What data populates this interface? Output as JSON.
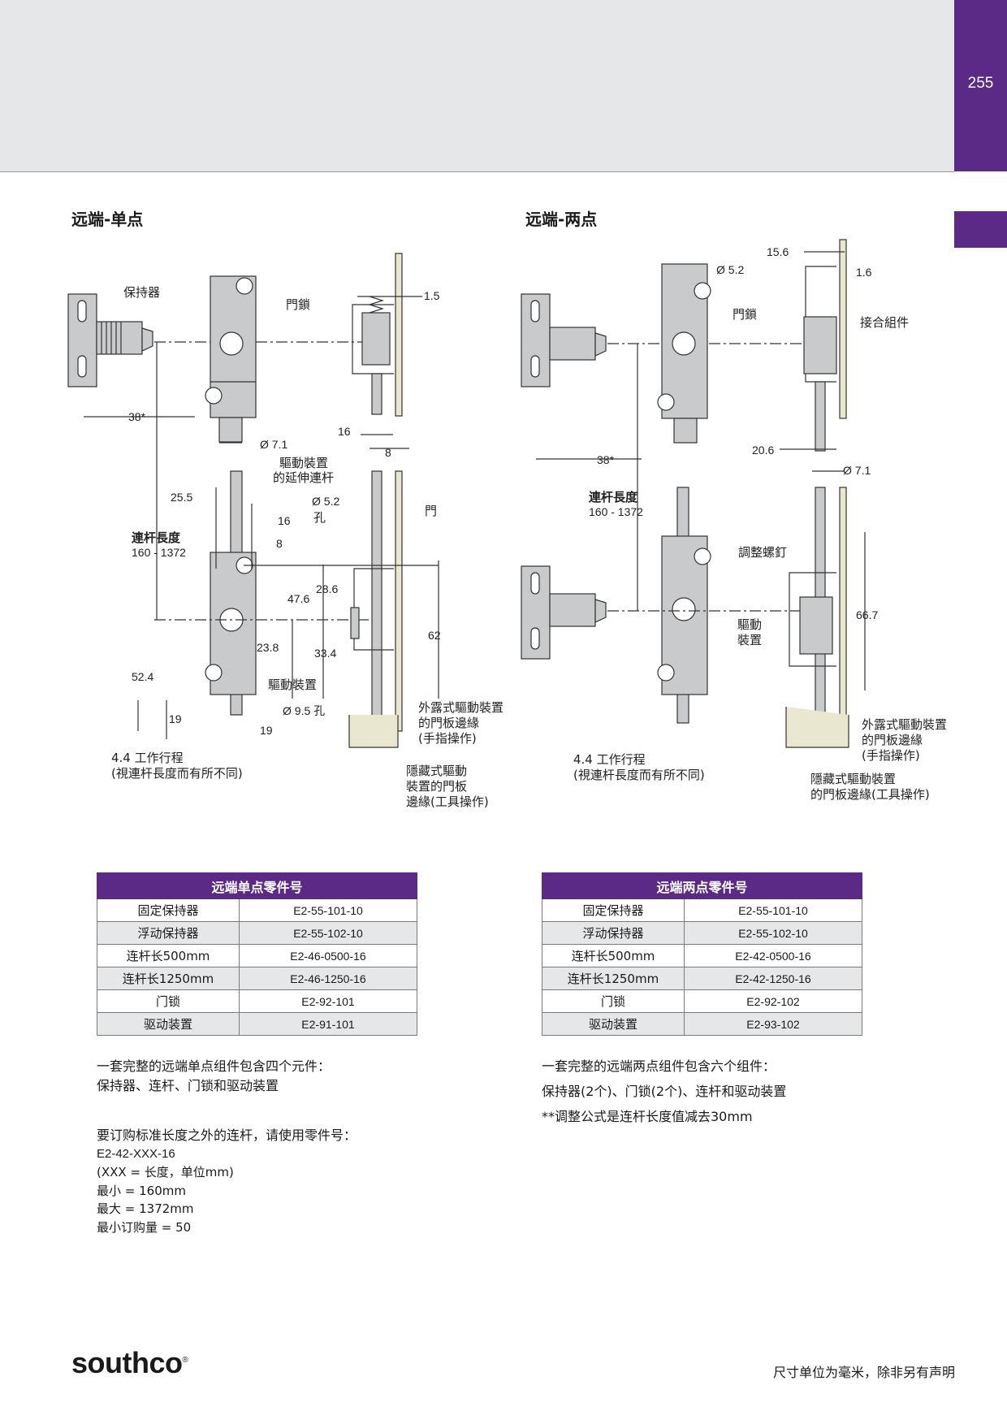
{
  "header": {
    "page_number": "255"
  },
  "left_section": {
    "title": "远端-单点"
  },
  "right_section": {
    "title": "远端-两点"
  },
  "left_labels": {
    "retainer": "保持器",
    "latch": "門鎖",
    "dim_1_5": "1.5",
    "dim_38": "38*",
    "dim_16": "16",
    "dim_8": "8",
    "dim_d71": "Ø 7.1",
    "ext_rod_1": "驅動裝置",
    "ext_rod_2": "的延伸連杆",
    "dim_25_5": "25.5",
    "dim_d52": "Ø 5.2",
    "hole": "孔",
    "dim_16b": "16",
    "door": "門",
    "rod_length": "連杆長度",
    "rod_range": "160 - 1372",
    "dim_8b": "8",
    "dim_28_6": "28.6",
    "dim_47_6": "47.6",
    "dim_62": "62",
    "dim_23_8": "23.8",
    "dim_33_4": "33.4",
    "dim_52_4": "52.4",
    "actuator": "驅動裝置",
    "dim_d95": "Ø 9.5 孔",
    "dim_19a": "19",
    "dim_19b": "19",
    "exposed_1": "外露式驅動裝置",
    "exposed_2": "的門板邊緣",
    "exposed_3": "(手指操作)",
    "travel_1": "4.4 工作行程",
    "travel_2": "(視連杆長度而有所不同)",
    "hidden_1": "隱藏式驅動",
    "hidden_2": "裝置的門板",
    "hidden_3": "邊緣(工具操作)"
  },
  "right_labels": {
    "dim_15_6": "15.6",
    "dim_d52": "Ø 5.2",
    "dim_1_6": "1.6",
    "latch": "門鎖",
    "engage": "接合組件",
    "dim_38": "38*",
    "dim_20_6": "20.6",
    "dim_d71": "Ø 7.1",
    "rod_length": "連杆長度",
    "rod_range": "160 - 1372",
    "adjust_screw": "調整螺釘",
    "dim_66_7": "66.7",
    "actuator_1": "驅動",
    "actuator_2": "裝置",
    "exposed_1": "外露式驅動裝置",
    "exposed_2": "的門板邊緣",
    "exposed_3": "(手指操作)",
    "travel_1": "4.4 工作行程",
    "travel_2": "(視連杆長度而有所不同)",
    "hidden_1": "隱藏式驅動裝置",
    "hidden_2": "的門板邊緣(工具操作)"
  },
  "table_single": {
    "title": "远端单点零件号",
    "rows": [
      [
        "固定保持器",
        "E2-55-101-10"
      ],
      [
        "浮动保持器",
        "E2-55-102-10"
      ],
      [
        "连杆长500mm",
        "E2-46-0500-16"
      ],
      [
        "连杆长1250mm",
        "E2-46-1250-16"
      ],
      [
        "门锁",
        "E2-92-101"
      ],
      [
        "驱动装置",
        "E2-91-101"
      ]
    ]
  },
  "table_double": {
    "title": "远端两点零件号",
    "rows": [
      [
        "固定保持器",
        "E2-55-101-10"
      ],
      [
        "浮动保持器",
        "E2-55-102-10"
      ],
      [
        "连杆长500mm",
        "E2-42-0500-16"
      ],
      [
        "连杆长1250mm",
        "E2-42-1250-16"
      ],
      [
        "门锁",
        "E2-92-102"
      ],
      [
        "驱动装置",
        "E2-93-102"
      ]
    ]
  },
  "notes_single": {
    "line1": "一套完整的远端单点组件包含四个元件：",
    "line2": "保持器、连杆、门锁和驱动装置"
  },
  "order_info": {
    "line1": "要订购标准长度之外的连杆，请使用零件号：",
    "line2": "E2-42-XXX-16",
    "line3": "(XXX = 长度，单位mm)",
    "line4": "最小 = 160mm",
    "line5": "最大 = 1372mm",
    "line6": "最小订购量 = 50"
  },
  "notes_double": {
    "line1": "一套完整的远端两点组件包含六个组件：",
    "line2": "保持器(2个)、门锁(2个)、连杆和驱动装置",
    "line3": "**调整公式是连杆长度值减去30mm"
  },
  "footer": {
    "brand": "southco",
    "registered": "®",
    "units_note": "尺寸单位为毫米，除非另有声明"
  },
  "colors": {
    "accent": "#5b2a86",
    "header_band": "#e6e7e9",
    "part_fill": "#c9cacc",
    "door_fill": "#e9e7cf"
  }
}
